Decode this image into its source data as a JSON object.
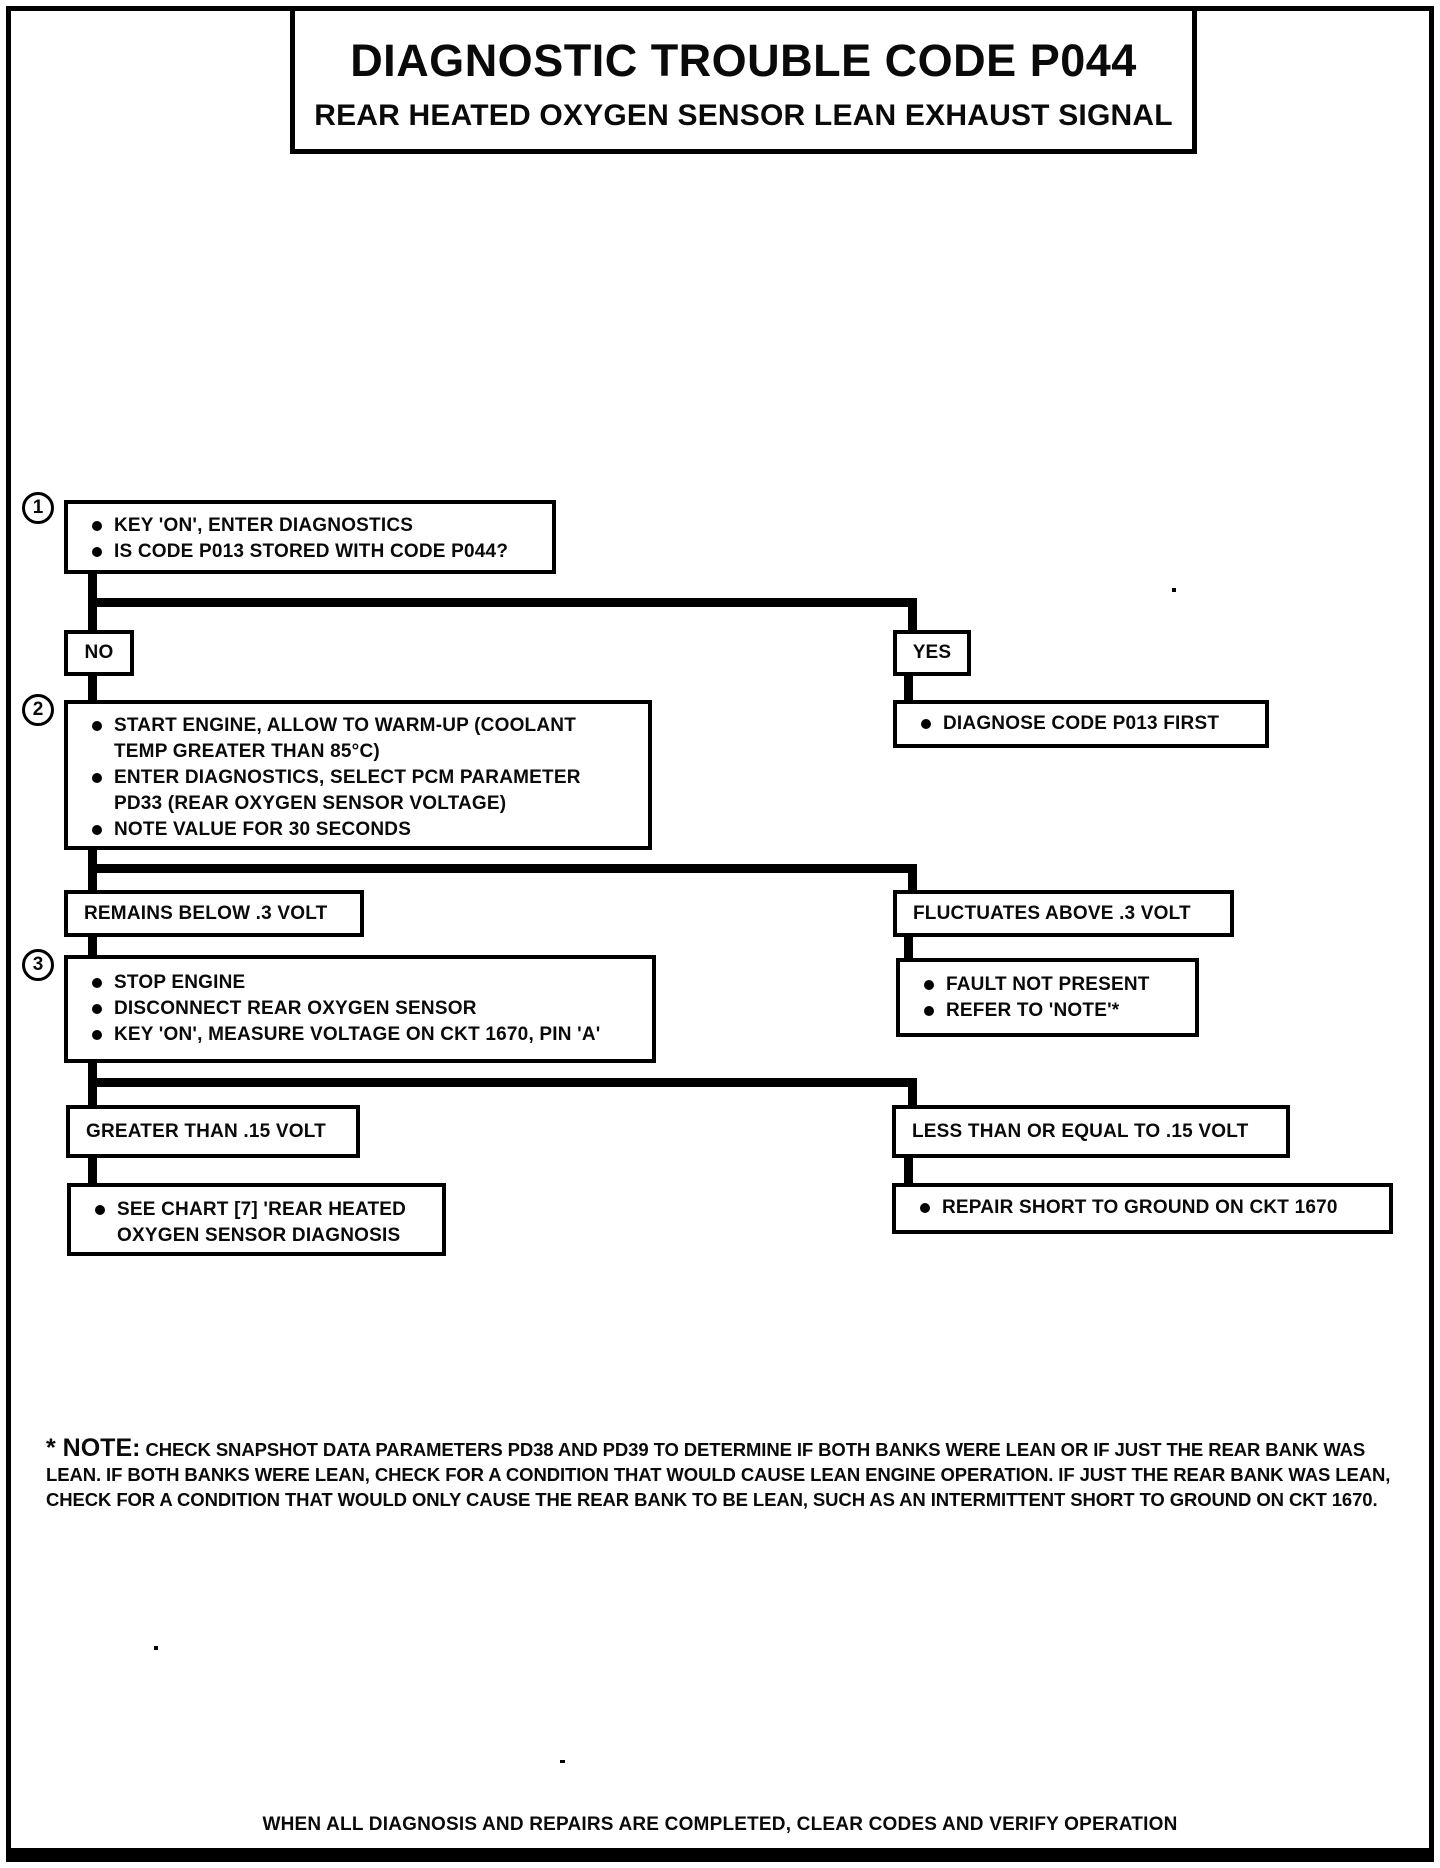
{
  "page": {
    "title_line1": "DIAGNOSTIC TROUBLE CODE P044",
    "title_line2": "REAR HEATED OXYGEN SENSOR LEAN EXHAUST SIGNAL",
    "footer": "WHEN ALL DIAGNOSIS AND REPAIRS ARE COMPLETED, CLEAR CODES AND VERIFY OPERATION"
  },
  "flowchart": {
    "step1": {
      "number": "1",
      "bullets": [
        "KEY 'ON', ENTER DIAGNOSTICS",
        "IS CODE P013 STORED WITH CODE P044?"
      ]
    },
    "no_label": "NO",
    "yes_label": "YES",
    "diagnose_first": {
      "bullets": [
        "DIAGNOSE CODE P013 FIRST"
      ]
    },
    "step2": {
      "number": "2",
      "bullets": [
        "START ENGINE, ALLOW TO WARM-UP (COOLANT TEMP GREATER THAN 85°C)",
        "ENTER DIAGNOSTICS, SELECT PCM PARAMETER PD33 (REAR OXYGEN SENSOR VOLTAGE)",
        "NOTE VALUE FOR 30 SECONDS"
      ]
    },
    "remains_below": "REMAINS BELOW .3 VOLT",
    "fluctuates_above": "FLUCTUATES ABOVE .3  VOLT",
    "step3": {
      "number": "3",
      "bullets": [
        "STOP ENGINE",
        "DISCONNECT REAR OXYGEN SENSOR",
        "KEY 'ON', MEASURE VOLTAGE ON CKT 1670, PIN 'A'"
      ]
    },
    "fault_not_present": {
      "bullets": [
        "FAULT NOT  PRESENT",
        "REFER TO 'NOTE'*"
      ]
    },
    "greater_than": "GREATER THAN .15 VOLT",
    "less_equal": "LESS THAN OR EQUAL TO .15 VOLT",
    "see_chart": {
      "bullets": [
        "SEE CHART [7] 'REAR HEATED OXYGEN SENSOR DIAGNOSIS"
      ]
    },
    "repair_short": {
      "bullets": [
        "REPAIR SHORT TO GROUND ON CKT 1670"
      ]
    }
  },
  "note": {
    "label": "* NOTE:",
    "text": "CHECK SNAPSHOT DATA PARAMETERS PD38 AND PD39 TO DETERMINE IF BOTH BANKS WERE LEAN OR IF JUST THE REAR BANK WAS LEAN. IF BOTH BANKS WERE LEAN, CHECK FOR A CONDITION THAT WOULD CAUSE LEAN ENGINE OPERATION. IF JUST THE REAR BANK WAS LEAN, CHECK FOR A CONDITION THAT WOULD ONLY CAUSE THE REAR BANK TO BE LEAN, SUCH AS AN INTERMITTENT SHORT TO GROUND ON CKT 1670."
  }
}
